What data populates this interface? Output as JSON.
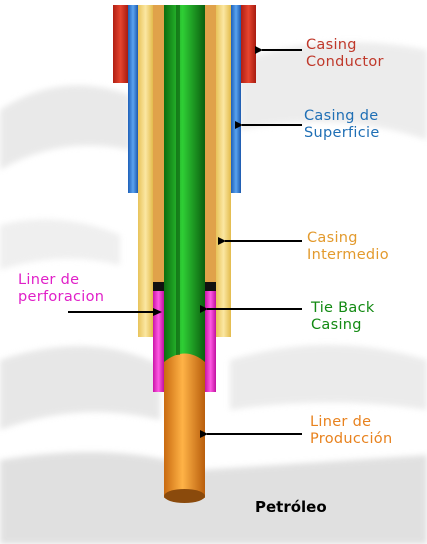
{
  "labels": {
    "casing_conductor": {
      "line1": "Casing",
      "line2": "Conductor",
      "color": "#c0392b"
    },
    "casing_superficie": {
      "line1": "Casing de",
      "line2": "Superficie",
      "color": "#1f6fb5"
    },
    "casing_intermedio": {
      "line1": "Casing",
      "line2": "Intermedio",
      "color": "#e39a2d"
    },
    "liner_perforacion": {
      "line1": "Liner de",
      "line2": "perforacion",
      "color": "#e020c8"
    },
    "tie_back": {
      "line1": "Tie Back",
      "line2": "Casing",
      "color": "#138a13"
    },
    "liner_produccion": {
      "line1": "Liner de",
      "line2": "Producción",
      "color": "#e8821e"
    }
  },
  "caption": "Petróleo",
  "colors": {
    "conductor": "#d42a1c",
    "superficie": "#2f7fdd",
    "intermedio": "#f5d67a",
    "perforacion": "#ee22cc",
    "tieback": "#15a31a",
    "produccion": "#f09a25"
  },
  "icons": [
    "arrow-left-icon"
  ]
}
